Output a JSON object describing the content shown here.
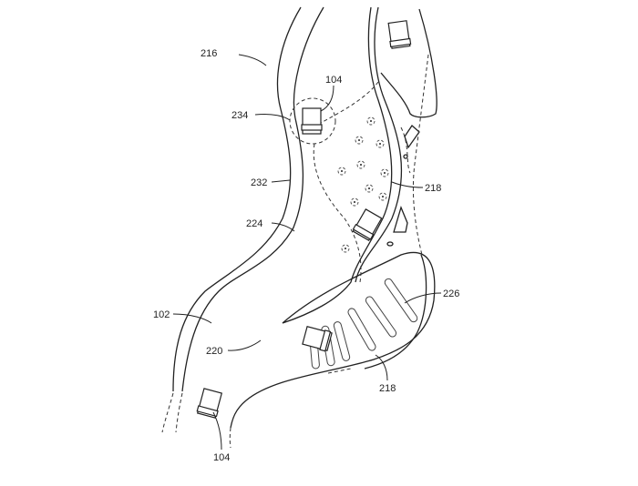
{
  "figure": {
    "labels": {
      "region": "216",
      "vehicle_top": "104",
      "detection_zone": "234",
      "road_edge": "232",
      "road": "224",
      "obstacles_top": "218",
      "parking_area": "226",
      "worksite": "102",
      "zone": "220",
      "obstacles_bottom": "218",
      "vehicle_bottom": "104"
    }
  }
}
